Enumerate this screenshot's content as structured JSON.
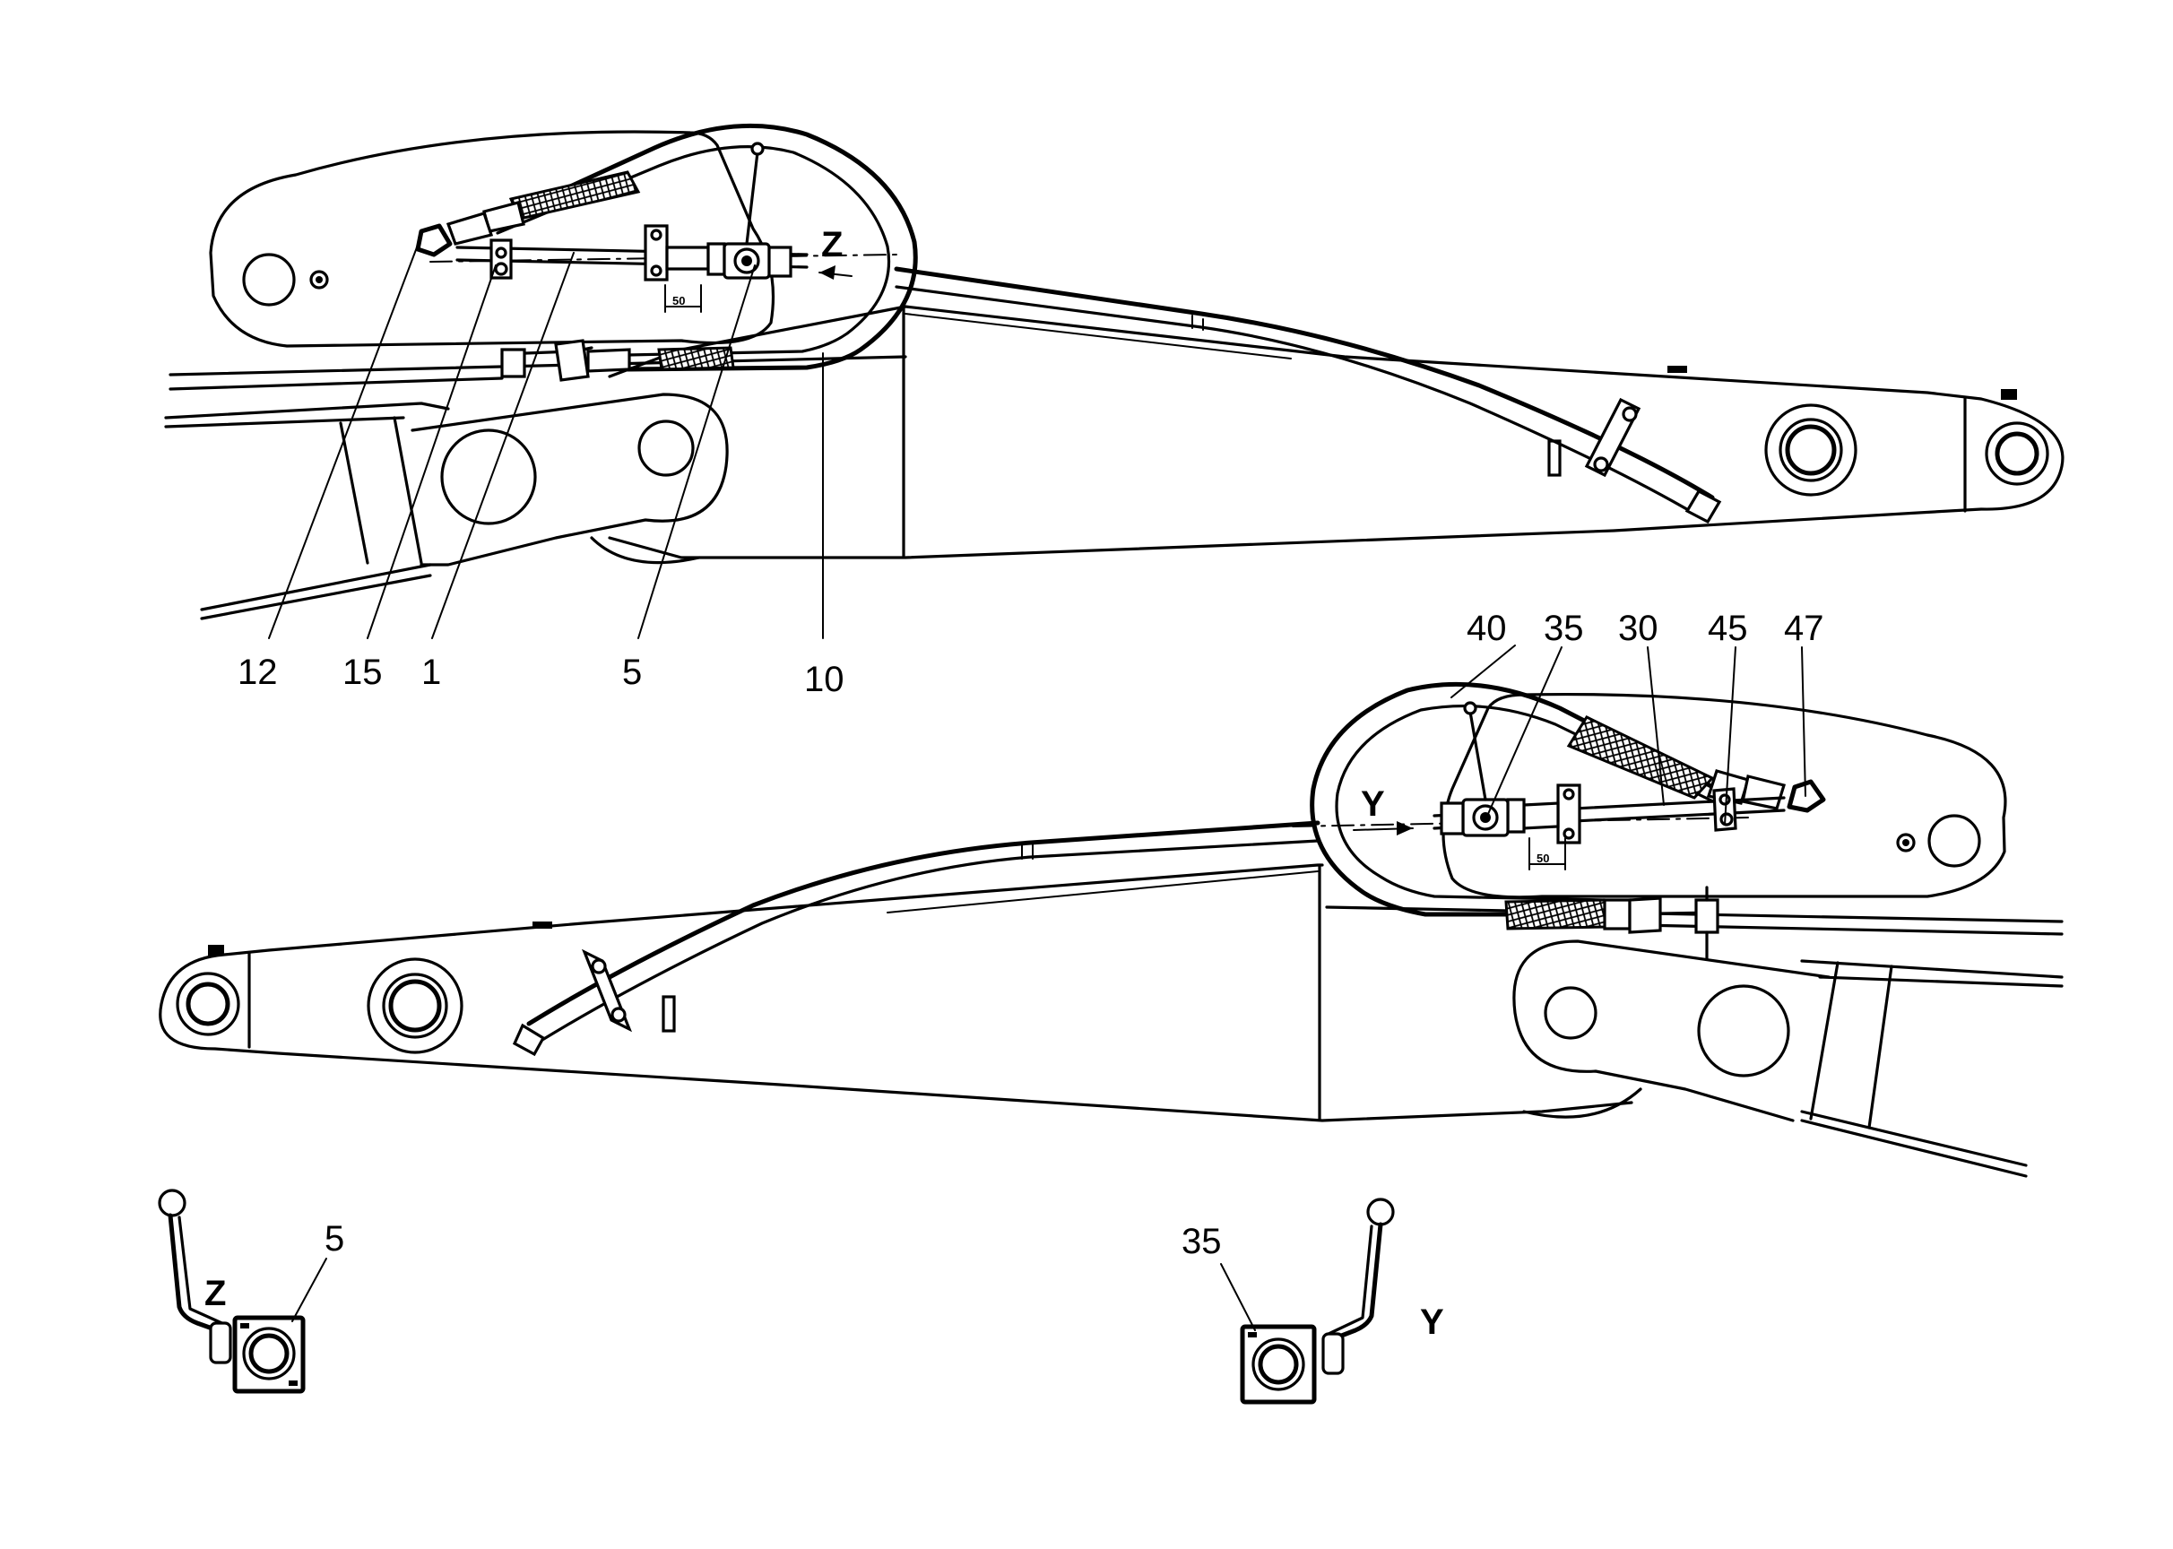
{
  "drawing": {
    "upper_callouts": [
      "12",
      "15",
      "1",
      "5",
      "10"
    ],
    "lower_callouts": [
      "40",
      "35",
      "30",
      "45",
      "47"
    ],
    "view_markers": {
      "z": "Z",
      "y": "Y"
    },
    "dimension_label": "50",
    "detail_z": {
      "view": "Z",
      "callout": "5"
    },
    "detail_y": {
      "view": "Y",
      "callout": "35"
    }
  }
}
